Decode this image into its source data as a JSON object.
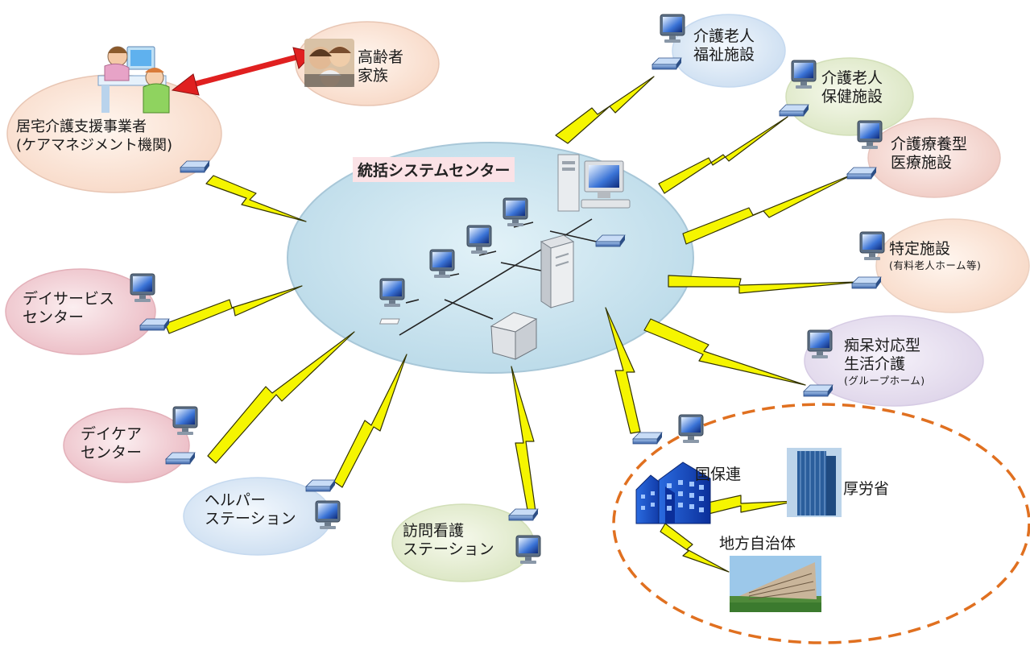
{
  "center": {
    "title": "統括システムセンター"
  },
  "nodes": {
    "kyotaku": {
      "line1": "居宅介護支援事業者",
      "line2": "(ケアマネジメント機関)"
    },
    "koureisha": {
      "line1": "高齢者",
      "line2": "家族"
    },
    "fukushi": {
      "line1": "介護老人",
      "line2": "福祉施設"
    },
    "hoken": {
      "line1": "介護老人",
      "line2": "保健施設"
    },
    "ryouyou": {
      "line1": "介護療養型",
      "line2": "医療施設"
    },
    "tokutei": {
      "line1": "特定施設",
      "line2": "(有料老人ホーム等)"
    },
    "chihou": {
      "line1": "痴呆対応型",
      "line2": "生活介護",
      "line3": "(グループホーム)"
    },
    "dayservice": {
      "line1": "デイサービス",
      "line2": "センター"
    },
    "daycare": {
      "line1": "デイケア",
      "line2": "センター"
    },
    "helper": {
      "line1": "ヘルパー",
      "line2": "ステーション"
    },
    "houmon": {
      "line1": "訪問看護",
      "line2": "ステーション"
    }
  },
  "government": {
    "kokuhoren": "国保連",
    "kouroushou": "厚労省",
    "jichitai": "地方自治体"
  },
  "colors": {
    "hub": "#cfe6f1",
    "bolt": "#f5f500",
    "bolt_outline": "#333300",
    "arrow": "#e02020",
    "dashed_ellipse": "#e07020"
  }
}
